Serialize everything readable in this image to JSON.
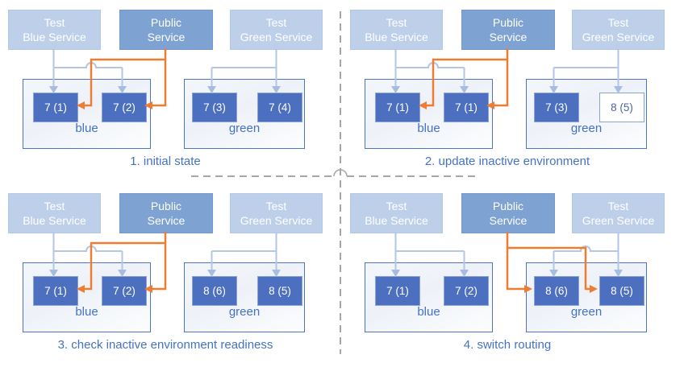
{
  "colors": {
    "test_service_fill": "#bdcfe9",
    "public_service_fill": "#7ea2d1",
    "instance_fill": "#4c70bf",
    "instance_outlined_border": "#8aa4d2",
    "environment_border": "#4d76c1",
    "test_connector": "#b3c6e4",
    "public_connector_orange": "#ED7D31",
    "caption_text": "#4472c4",
    "divider_gray": "#a6a6a6"
  },
  "panels": [
    {
      "caption": "1. initial state",
      "services": [
        {
          "label": "Test\nBlue Service"
        },
        {
          "label": "Public\nService"
        },
        {
          "label": "Test\nGreen Service"
        }
      ],
      "environments": [
        {
          "name": "blue",
          "instances": [
            {
              "version": "7 (1)",
              "style": "filled"
            },
            {
              "version": "7 (2)",
              "style": "filled"
            }
          ]
        },
        {
          "name": "green",
          "instances": [
            {
              "version": "7 (3)",
              "style": "filled"
            },
            {
              "version": "7 (4)",
              "style": "filled"
            }
          ]
        }
      ],
      "public_route": "blue"
    },
    {
      "caption": "2. update inactive environment",
      "services": [
        {
          "label": "Test\nBlue Service"
        },
        {
          "label": "Public\nService"
        },
        {
          "label": "Test\nGreen Service"
        }
      ],
      "environments": [
        {
          "name": "blue",
          "instances": [
            {
              "version": "7 (1)",
              "style": "filled"
            },
            {
              "version": "7 (1)",
              "style": "filled"
            }
          ]
        },
        {
          "name": "green",
          "instances": [
            {
              "version": "7 (3)",
              "style": "filled"
            },
            {
              "version": "8 (5)",
              "style": "outlined"
            }
          ]
        }
      ],
      "public_route": "blue"
    },
    {
      "caption": "3. check inactive environment readiness",
      "services": [
        {
          "label": "Test\nBlue Service"
        },
        {
          "label": "Public\nService"
        },
        {
          "label": "Test\nGreen Service"
        }
      ],
      "environments": [
        {
          "name": "blue",
          "instances": [
            {
              "version": "7 (1)",
              "style": "filled"
            },
            {
              "version": "7 (2)",
              "style": "filled"
            }
          ]
        },
        {
          "name": "green",
          "instances": [
            {
              "version": "8 (6)",
              "style": "filled"
            },
            {
              "version": "8 (5)",
              "style": "filled"
            }
          ]
        }
      ],
      "public_route": "blue"
    },
    {
      "caption": "4. switch routing",
      "services": [
        {
          "label": "Test\nBlue Service"
        },
        {
          "label": "Public\nService"
        },
        {
          "label": "Test\nGreen Service"
        }
      ],
      "environments": [
        {
          "name": "blue",
          "instances": [
            {
              "version": "7 (1)",
              "style": "filled"
            },
            {
              "version": "7 (2)",
              "style": "filled"
            }
          ]
        },
        {
          "name": "green",
          "instances": [
            {
              "version": "8 (6)",
              "style": "filled"
            },
            {
              "version": "8 (5)",
              "style": "filled"
            }
          ]
        }
      ],
      "public_route": "green"
    }
  ]
}
